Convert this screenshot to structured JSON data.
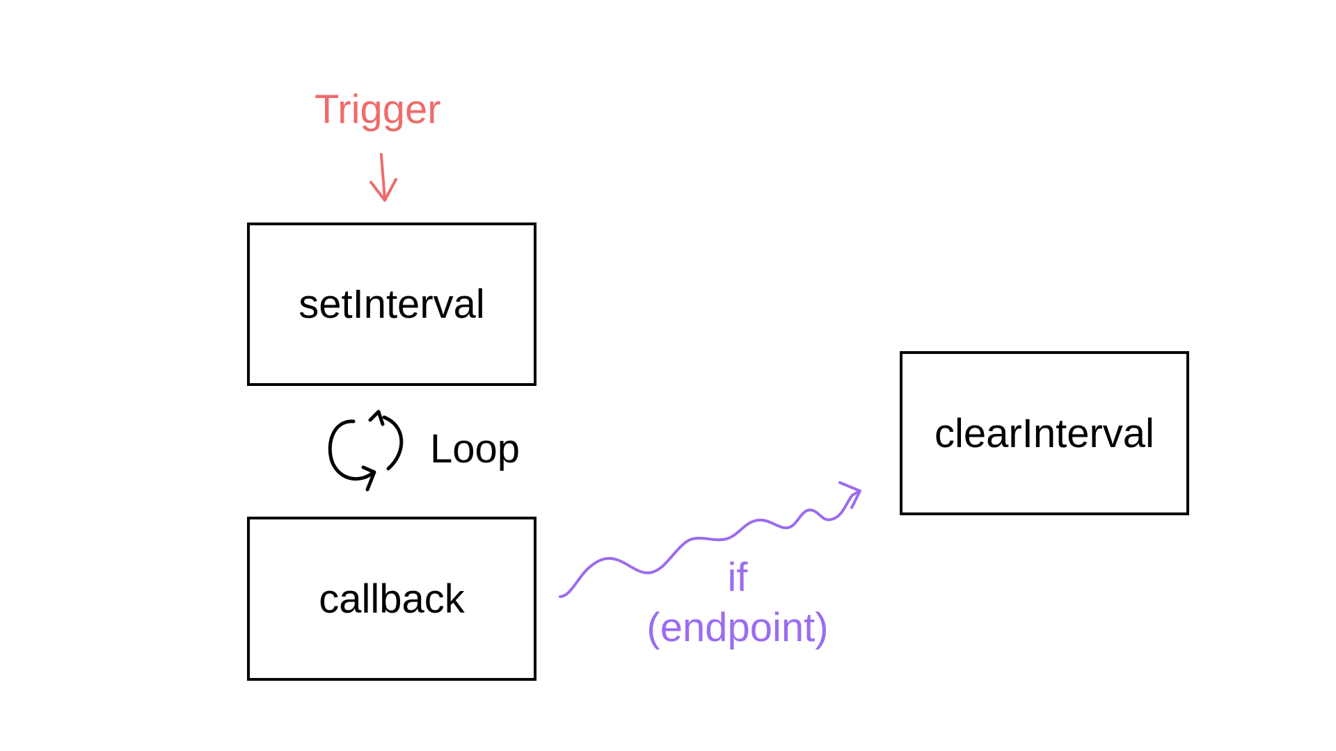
{
  "diagram": {
    "trigger": {
      "label": "Trigger",
      "color": "#ef6b6b"
    },
    "nodes": {
      "set_interval": "setInterval",
      "callback": "callback",
      "clear_interval": "clearInterval"
    },
    "loop": {
      "label": "Loop",
      "icon": "cycle-arrows-icon"
    },
    "condition": {
      "line1": "if",
      "line2": "(endpoint)",
      "color": "#9b6cf0"
    }
  }
}
